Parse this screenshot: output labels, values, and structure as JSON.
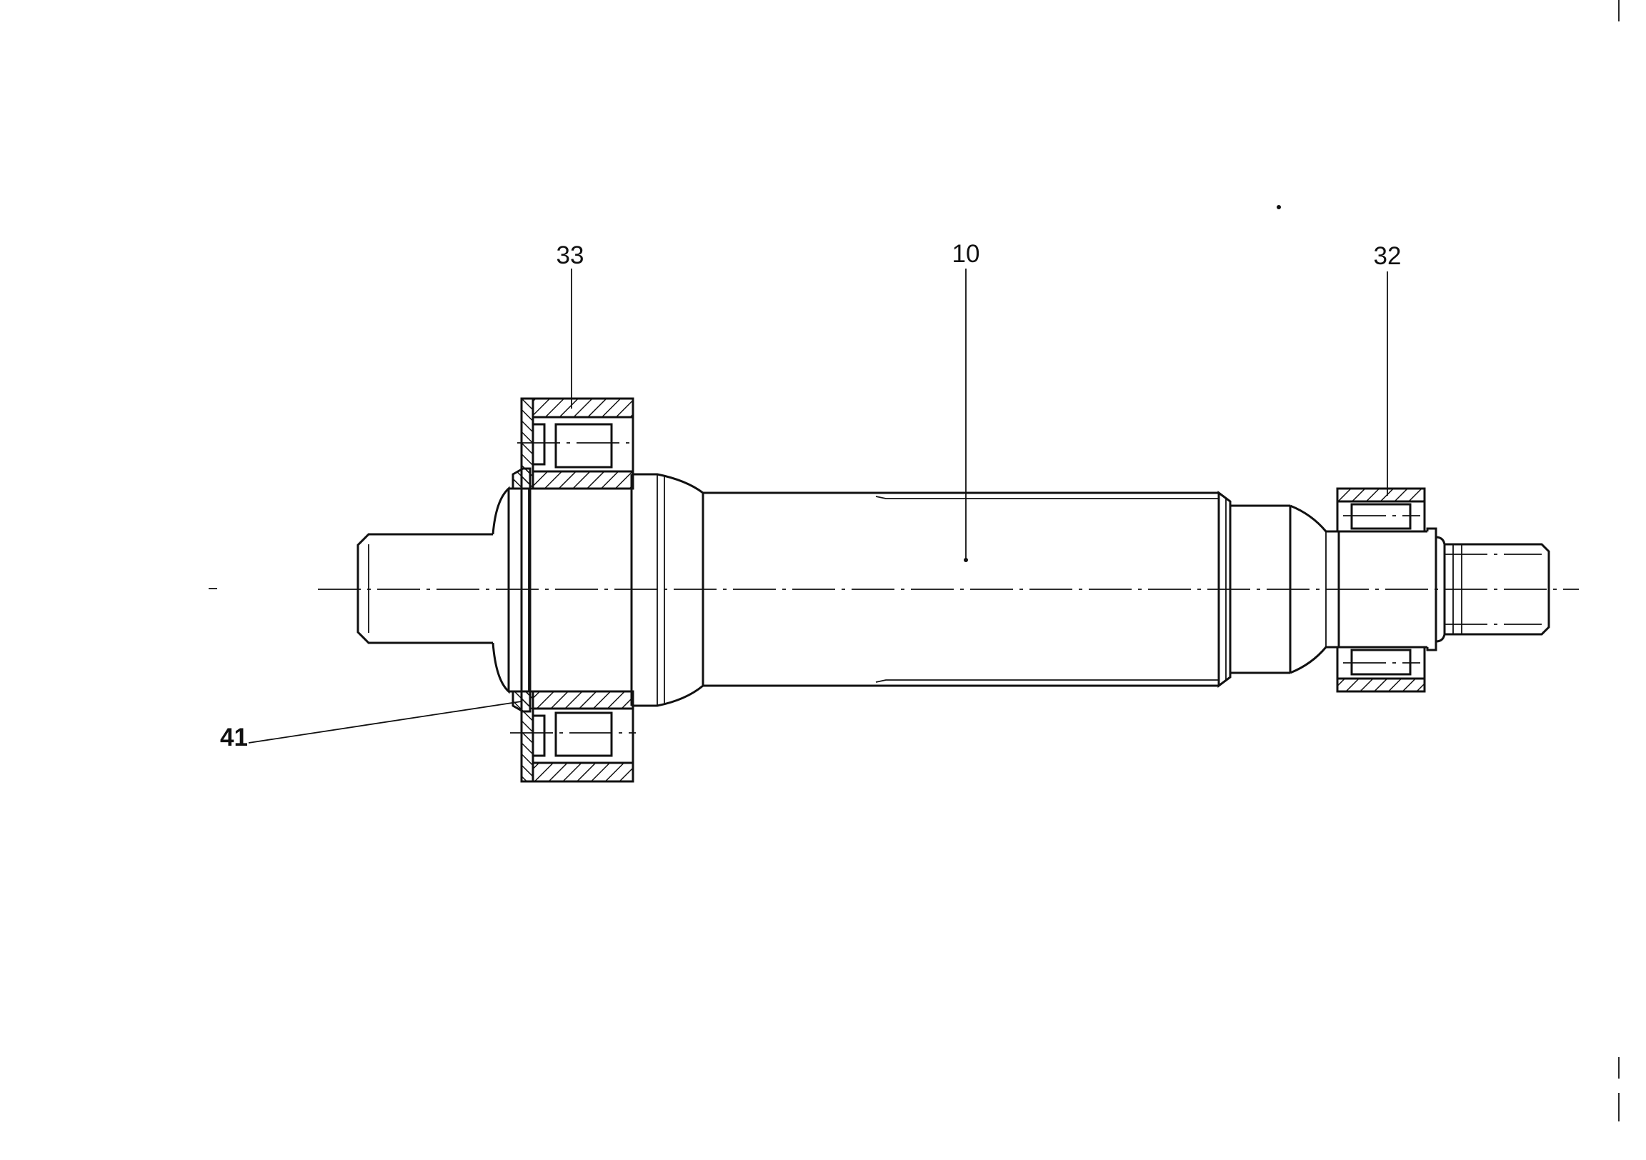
{
  "labels": {
    "shaft": "10",
    "bearing_left": "33",
    "bearing_right": "32",
    "ring": "41"
  }
}
